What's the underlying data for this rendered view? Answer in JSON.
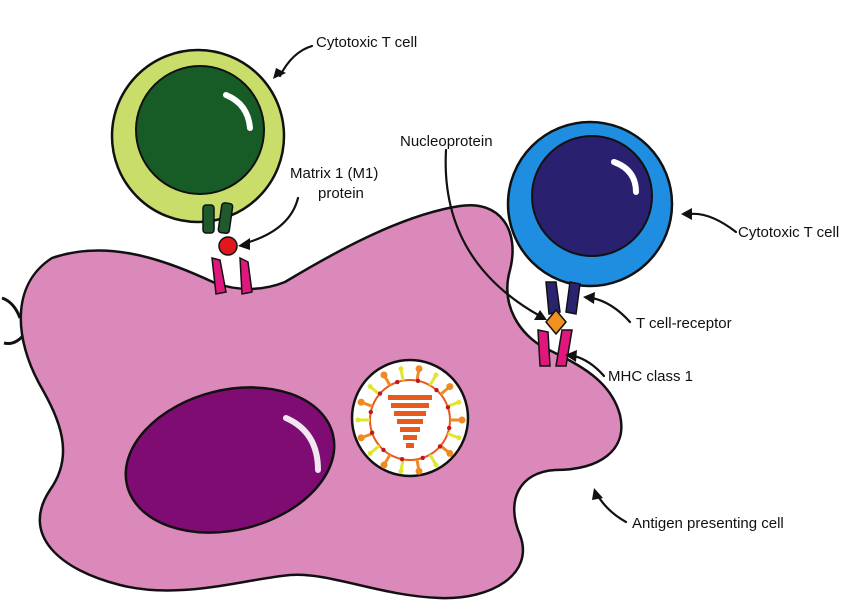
{
  "labels": {
    "cytotoxic_t_cell_left": "Cytotoxic T cell",
    "matrix_line1": "Matrix 1 (M1)",
    "matrix_line2": "protein",
    "nucleoprotein": "Nucleoprotein",
    "cytotoxic_t_cell_right": "Cytotoxic T cell",
    "t_cell_receptor": "T cell-receptor",
    "mhc_class_1": "MHC class 1",
    "antigen_presenting_cell": "Antigen presenting cell"
  },
  "colors": {
    "apc_body": "#db89bb",
    "apc_nucleus": "#7e0c72",
    "green_cell_outer": "#c9de6a",
    "green_cell_nucleus": "#175b27",
    "blue_cell_outer": "#1f8de0",
    "blue_cell_nucleus": "#29206f",
    "tcr_green": "#1f5a2c",
    "tcr_navy": "#2a2470",
    "mhc_magenta": "#e0177c",
    "m1_peptide": "#e1171d",
    "nucleoprotein_peptide": "#f0901f",
    "virus_capsid": "#e65a1d",
    "virus_spike_orange": "#ef8a22",
    "virus_spike_yellow": "#dfe62d"
  }
}
